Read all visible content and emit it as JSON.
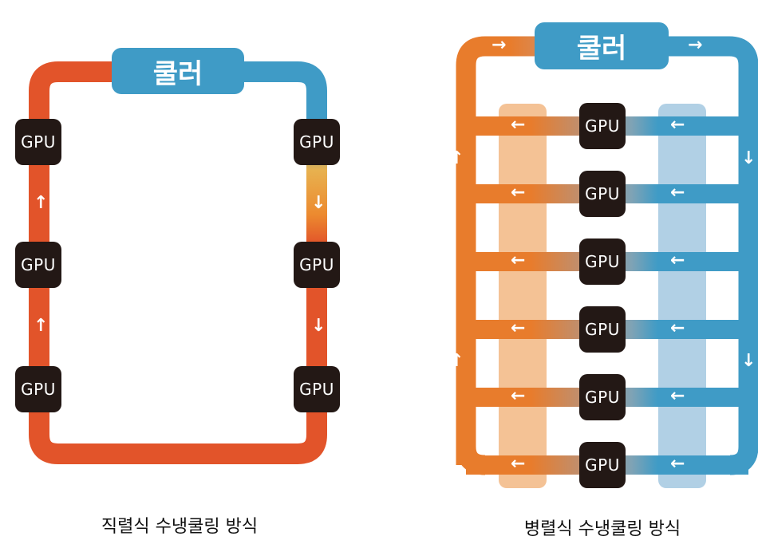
{
  "colors": {
    "hot_series": "#e2542a",
    "hot_parallel": "#e87c2c",
    "cold": "#3f9bc6",
    "mid_yellow": "#e8b14f",
    "hot_column_tint": "#f4c295",
    "cold_column_tint": "#b1d0e5",
    "gpu_fill": "#231815",
    "caption_text": "#111111"
  },
  "series_diagram": {
    "caption": "직렬식 수냉쿨링 방식",
    "cooler_label": "쿨러",
    "gpus": [
      {
        "label": "GPU",
        "side": "left",
        "order": 1
      },
      {
        "label": "GPU",
        "side": "left",
        "order": 2
      },
      {
        "label": "GPU",
        "side": "left",
        "order": 3
      },
      {
        "label": "GPU",
        "side": "right",
        "order": 1
      },
      {
        "label": "GPU",
        "side": "right",
        "order": 2
      },
      {
        "label": "GPU",
        "side": "right",
        "order": 3
      }
    ],
    "arrows": [
      {
        "glyph": "↑",
        "name": "flow-up-arrow-left-1"
      },
      {
        "glyph": "↑",
        "name": "flow-up-arrow-left-2"
      },
      {
        "glyph": "↓",
        "name": "flow-down-arrow-right-1"
      },
      {
        "glyph": "↓",
        "name": "flow-down-arrow-right-2"
      }
    ]
  },
  "parallel_diagram": {
    "caption": "병렬식 수냉쿨링 방식",
    "cooler_label": "쿨러",
    "gpu_label": "GPU",
    "gpu_count": 6,
    "row_arrow_glyph": "←",
    "top_arrows": [
      {
        "glyph": "→",
        "name": "flow-right-arrow-top-left"
      },
      {
        "glyph": "→",
        "name": "flow-right-arrow-top-right"
      }
    ],
    "left_arrows": [
      {
        "glyph": "↑",
        "name": "flow-up-arrow-1"
      },
      {
        "glyph": "↑",
        "name": "flow-up-arrow-2"
      }
    ],
    "right_arrows": [
      {
        "glyph": "↓",
        "name": "flow-down-arrow-1"
      },
      {
        "glyph": "↓",
        "name": "flow-down-arrow-2"
      }
    ]
  }
}
